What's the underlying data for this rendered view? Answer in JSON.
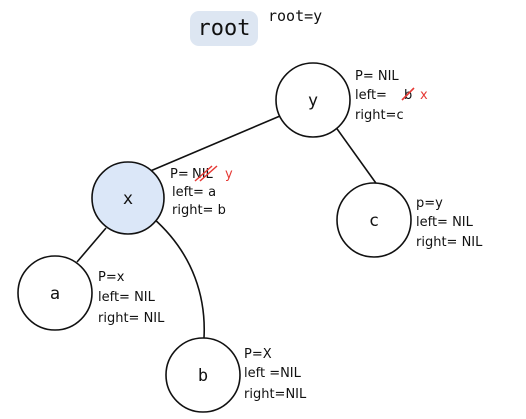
{
  "root_badge": {
    "label": "root",
    "fill": "#dde6f2"
  },
  "root_assign": "root=y",
  "nodes": {
    "y": {
      "label": "y",
      "fill": "#ffffff"
    },
    "x": {
      "label": "x",
      "fill": "#dbe7f8"
    },
    "c": {
      "label": "c",
      "fill": "#ffffff"
    },
    "a": {
      "label": "a",
      "fill": "#ffffff"
    },
    "b": {
      "label": "b",
      "fill": "#ffffff"
    }
  },
  "annotations": {
    "y": {
      "p": "P= NIL",
      "left_prefix": "left=",
      "left_old": "b",
      "left_new": "x",
      "right": "right=c"
    },
    "x": {
      "p_prefix": "P=",
      "p_old": "NIL",
      "p_new": "y",
      "left": "left= a",
      "right": "right= b"
    },
    "c": {
      "p": "p=y",
      "left": "left= NIL",
      "right": "right= NIL"
    },
    "a": {
      "p": "P=x",
      "left": "left= NIL",
      "right": "right= NIL"
    },
    "b": {
      "p": "P=X",
      "left": "left =NIL",
      "right": "right=NIL"
    }
  },
  "colors": {
    "ink": "#111111",
    "correction": "#e53935"
  }
}
